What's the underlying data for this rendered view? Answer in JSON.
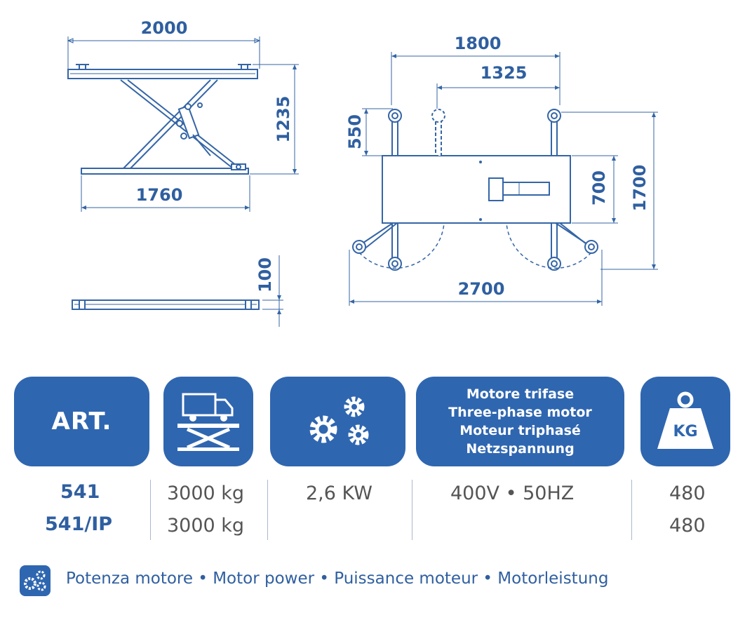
{
  "dimensions": {
    "top_width": "2000",
    "base_width": "1760",
    "lift_height": "1235",
    "collapsed_height": "100",
    "plan_length_outer": "1800",
    "plan_length_inner": "1325",
    "arm_offset": "550",
    "platform_width": "700",
    "total_width": "1700",
    "total_length": "2700"
  },
  "tiles": {
    "art_label": "ART.",
    "motor_lines": [
      "Motore trifase",
      "Three-phase motor",
      "Moteur triphasé",
      "Netzspannung"
    ],
    "weight_label": "KG"
  },
  "icons": {
    "lift": "truck-on-scissor-lift-icon",
    "gears": "gears-icon",
    "weight": "weight-kg-icon"
  },
  "specs": {
    "articles": [
      "541",
      "541/IP"
    ],
    "capacities": [
      "3000 kg",
      "3000 kg"
    ],
    "power": "2,6 KW",
    "supply": "400V • 50HZ",
    "weights": [
      "480",
      "480"
    ]
  },
  "footer": {
    "text": "Potenza motore • Motor power • Puissance moteur • Motorleistung"
  },
  "colors": {
    "brand_blue": "#2f66b0",
    "line_blue": "#3465a6",
    "value_gray": "#555555"
  }
}
